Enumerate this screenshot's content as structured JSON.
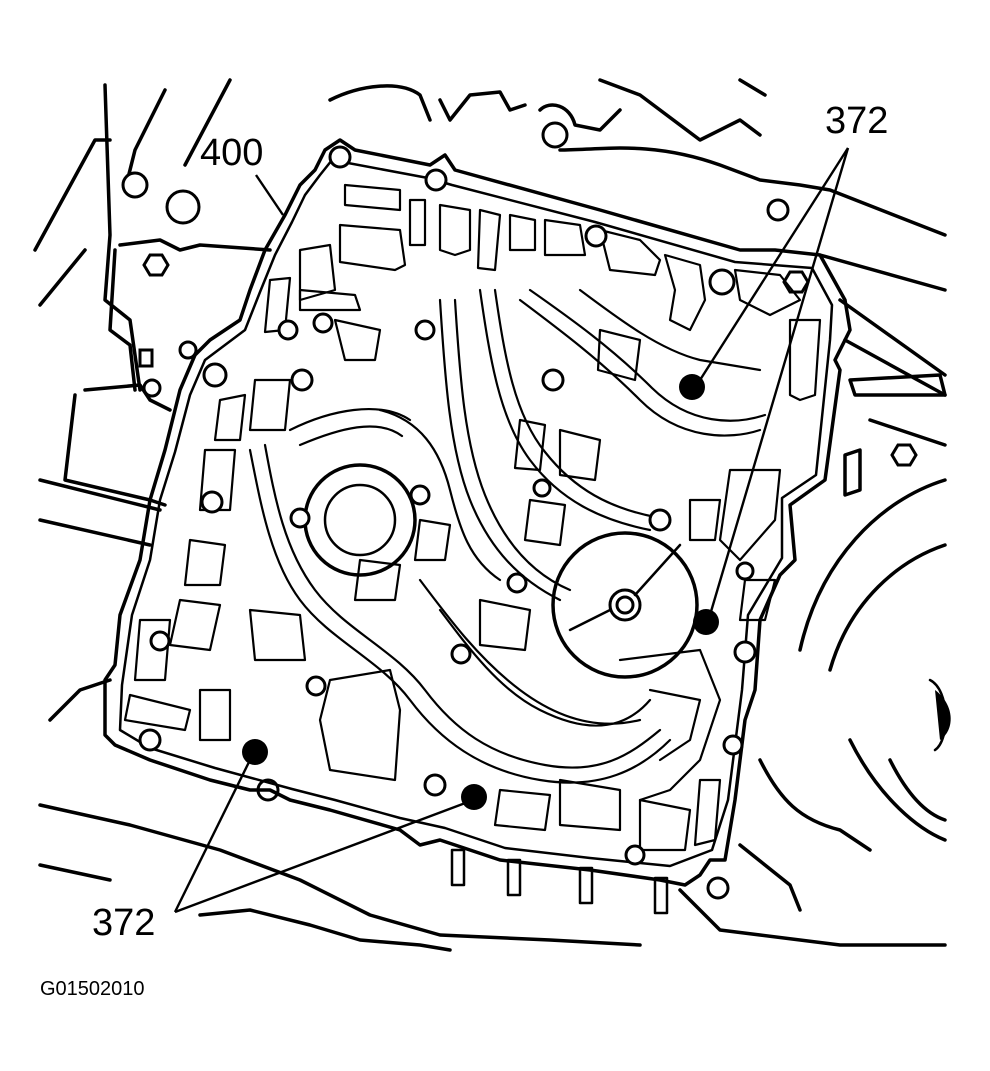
{
  "diagram": {
    "callouts": {
      "plate": "400",
      "check_ball_top": "372",
      "check_ball_bottom": "372"
    },
    "figure_id": "G01502010",
    "colors": {
      "ink": "#000000",
      "paper": "#ffffff"
    }
  }
}
